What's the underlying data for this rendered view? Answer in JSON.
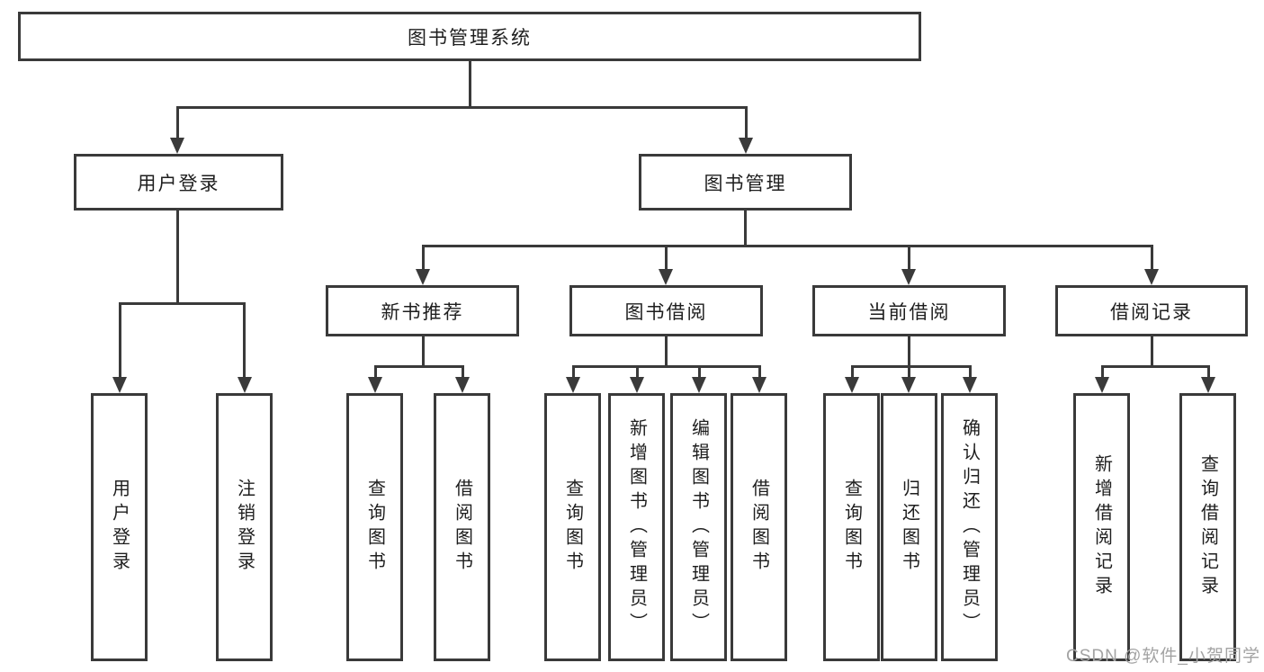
{
  "tree": {
    "label": "图书管理系统",
    "children": [
      {
        "label": "用户登录",
        "children": [
          {
            "label": "用户登录"
          },
          {
            "label": "注销登录"
          }
        ]
      },
      {
        "label": "图书管理",
        "children": [
          {
            "label": "新书推荐",
            "children": [
              {
                "label": "查询图书"
              },
              {
                "label": "借阅图书"
              }
            ]
          },
          {
            "label": "图书借阅",
            "children": [
              {
                "label": "查询图书"
              },
              {
                "label": "新增图书（管理员）"
              },
              {
                "label": "编辑图书（管理员）"
              },
              {
                "label": "借阅图书"
              }
            ]
          },
          {
            "label": "当前借阅",
            "children": [
              {
                "label": "查询图书"
              },
              {
                "label": "归还图书"
              },
              {
                "label": "确认归还（管理员）"
              }
            ]
          },
          {
            "label": "借阅记录",
            "children": [
              {
                "label": "新增借阅记录"
              },
              {
                "label": "查询借阅记录"
              }
            ]
          }
        ]
      }
    ]
  },
  "watermark": {
    "text": "CSDN @软件_小贺同学"
  },
  "colors": {
    "line": "#3a3a3a",
    "text": "#1e1e1e",
    "watermark": "#a3a3a3",
    "background": "#ffffff"
  }
}
